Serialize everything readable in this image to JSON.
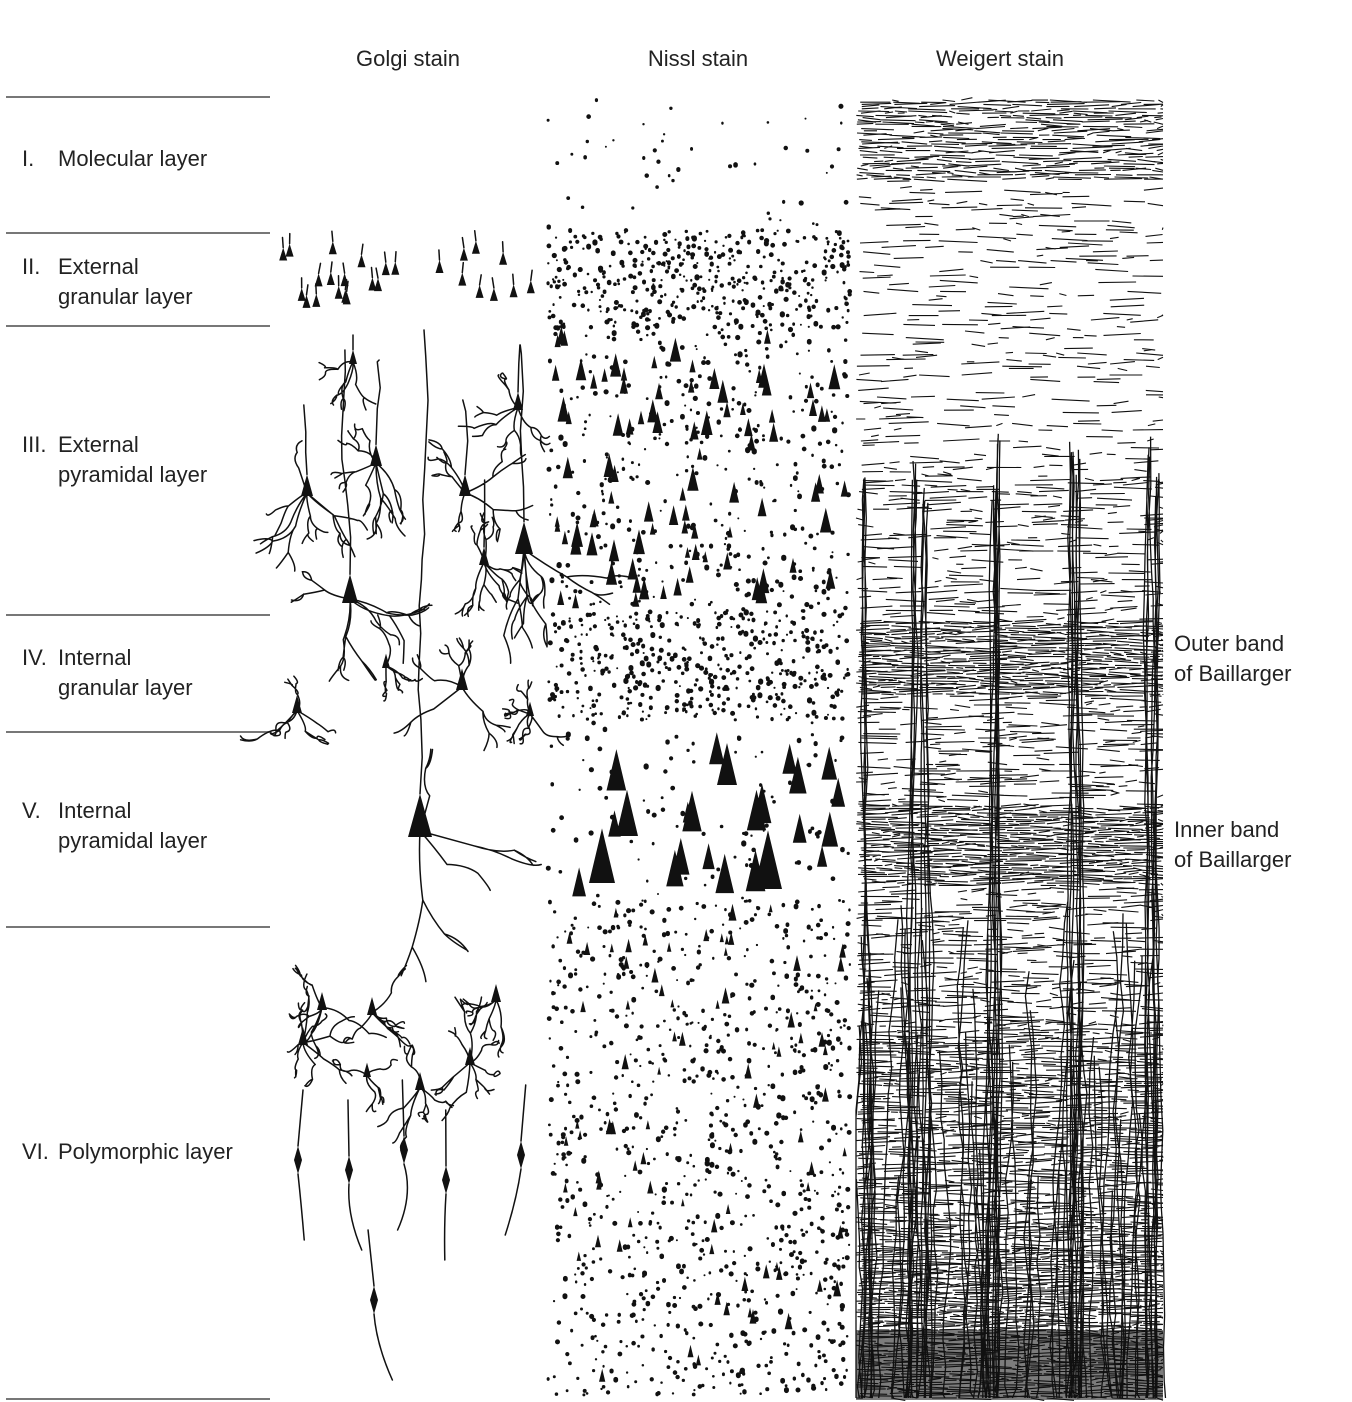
{
  "columns": {
    "golgi": "Golgi stain",
    "nissl": "Nissl stain",
    "weigert": "Weigert stain"
  },
  "layers": [
    {
      "num": "I.",
      "line1": "Molecular layer",
      "line2": ""
    },
    {
      "num": "II.",
      "line1": "External",
      "line2": "granular layer"
    },
    {
      "num": "III.",
      "line1": "External",
      "line2": "pyramidal layer"
    },
    {
      "num": "IV.",
      "line1": "Internal",
      "line2": "granular layer"
    },
    {
      "num": "V.",
      "line1": "Internal",
      "line2": "pyramidal layer"
    },
    {
      "num": "VI.",
      "line1": "Polymorphic layer",
      "line2": ""
    }
  ],
  "bands": {
    "outer": {
      "line1": "Outer band",
      "line2": "of Baillarger"
    },
    "inner": {
      "line1": "Inner band",
      "line2": "of Baillarger"
    }
  }
}
